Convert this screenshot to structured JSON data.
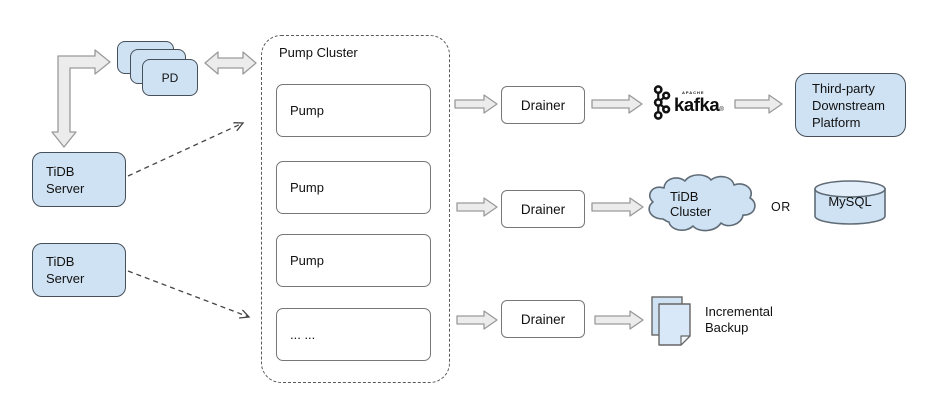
{
  "colors": {
    "node_fill_blue": "#cfe2f3",
    "node_border": "#46505a",
    "white_node_border": "#777777",
    "connector_fill": "#ececec",
    "connector_stroke": "#9a9a9a",
    "dashed_line": "#444444"
  },
  "pd_stack": {
    "label": "PD"
  },
  "tidb_servers": [
    {
      "label": "TiDB\nServer"
    },
    {
      "label": "TiDB\nServer"
    }
  ],
  "pump_cluster": {
    "title": "Pump Cluster",
    "pumps": [
      "Pump",
      "Pump",
      "Pump",
      "... ..."
    ]
  },
  "drainers": [
    "Drainer",
    "Drainer",
    "Drainer"
  ],
  "kafka": {
    "apache": "APACHE",
    "wordmark": "kafka",
    "registered": "®"
  },
  "third_party_platform": {
    "label": "Third-party\nDownstream\nPlatform"
  },
  "tidb_cluster": {
    "label": "TiDB\nCluster"
  },
  "or_label": "OR",
  "mysql": {
    "label": "MySQL"
  },
  "incremental_backup": {
    "label": "Incremental\nBackup"
  }
}
